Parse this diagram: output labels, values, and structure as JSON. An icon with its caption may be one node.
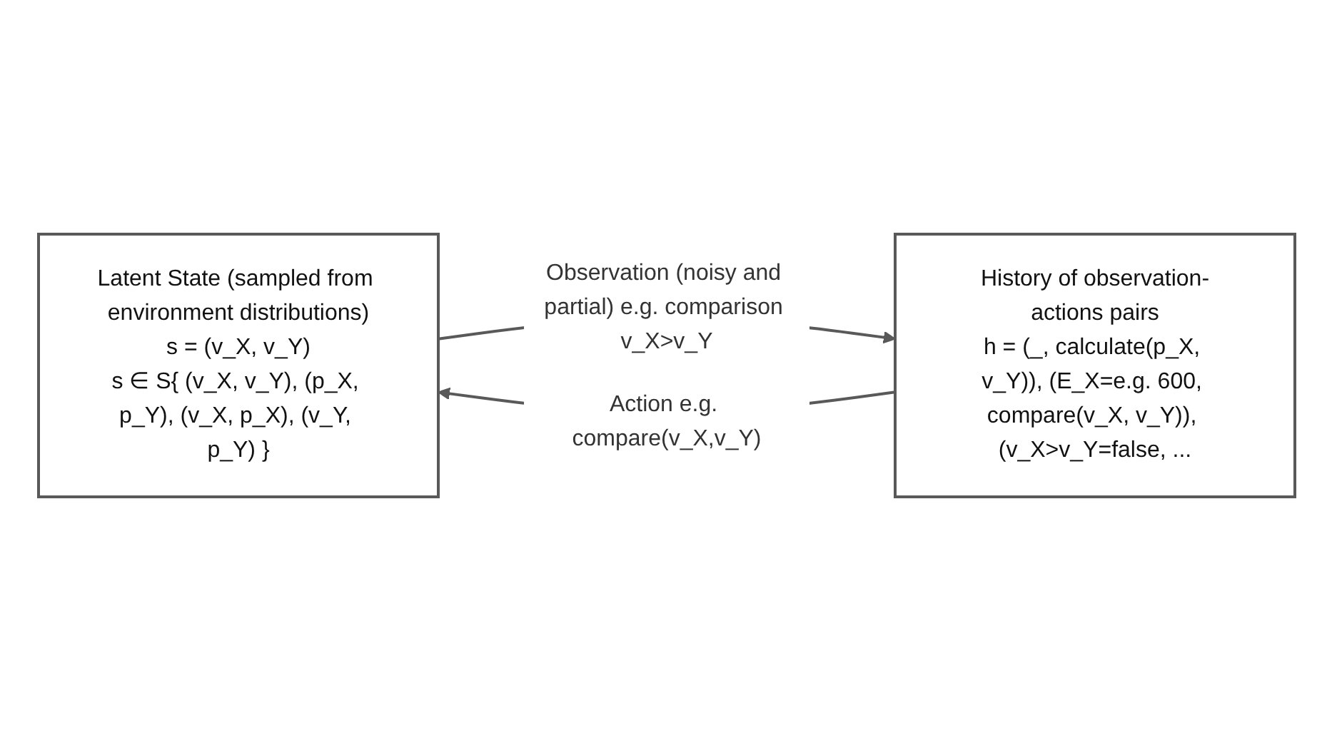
{
  "diagram": {
    "nodes": [
      {
        "text": [
          "Latent State (sampled from environment distributions)",
          "s = (v_X, v_Y)",
          "s ∈ S{ (v_X, v_Y), (p_X, p_Y), (v_X, p_X), (v_Y, p_Y) }"
        ]
      },
      {
        "text": [
          "History of observation-actions pairs",
          "h = (_, calculate(p_X, v_Y)), (E_X=e.g. 600, compare(v_X, v_Y)), (v_X>v_Y=false, ..."
        ]
      }
    ],
    "edges": [
      {
        "from": 0,
        "to": 1,
        "arrow": "to",
        "label": "Observation (noisy and partial) e.g. comparison v_X>v_Y"
      },
      {
        "from": 1,
        "to": 0,
        "arrow": "to",
        "label": "Action e.g. compare(v_X,v_Y)"
      }
    ]
  }
}
